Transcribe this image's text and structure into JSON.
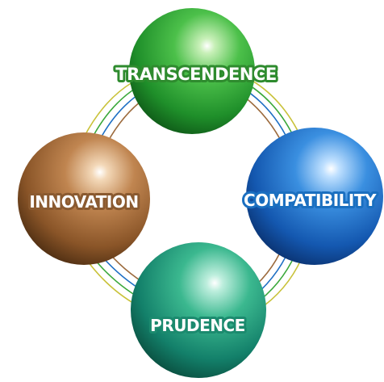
{
  "diagram": {
    "nodes": [
      {
        "id": "top",
        "label": "TRANSCENDENCE",
        "color": "#3aa83a",
        "outline": "#2e8b2e"
      },
      {
        "id": "right",
        "label": "COMPATIBILITY",
        "color": "#1e6fc4",
        "outline": "#1a6fc0"
      },
      {
        "id": "bottom",
        "label": "PRUDENCE",
        "color": "#1f9a7a",
        "outline": "#1b8a6e"
      },
      {
        "id": "left",
        "label": "INNOVATION",
        "color": "#9c6a3c",
        "outline": "#8a5a30"
      }
    ],
    "connector_colors": [
      "#3aa83a",
      "#1e6fc4",
      "#9c6a3c",
      "#c9c23a"
    ]
  }
}
